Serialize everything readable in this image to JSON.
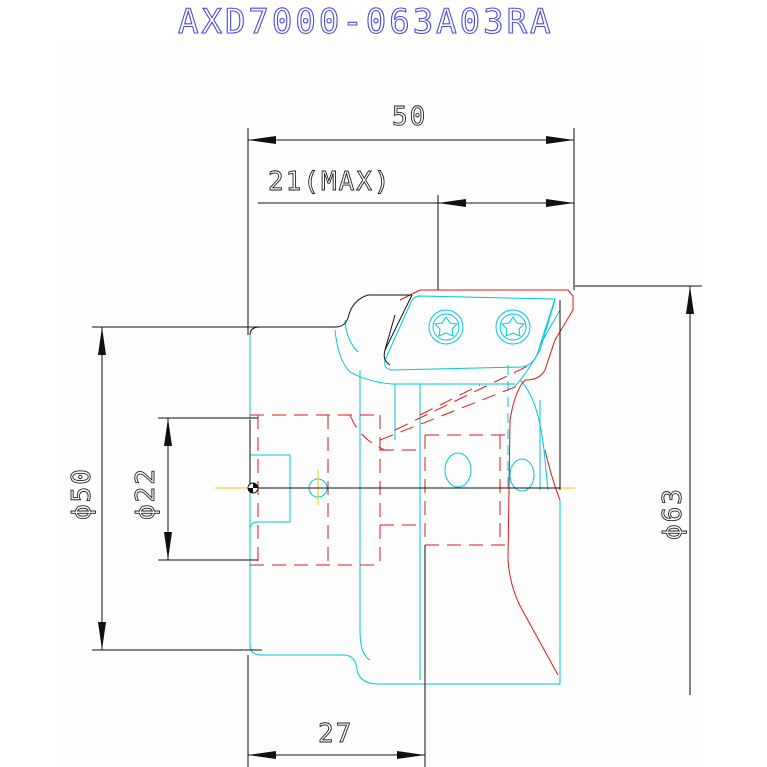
{
  "drawing": {
    "title": "AXD7000-063A03RA",
    "dimensions": {
      "overall_length": "50",
      "max_depth": "21(MAX)",
      "body_diameter": "ϕ50",
      "bore_diameter": "ϕ22",
      "cutting_diameter": "ϕ63",
      "shank_length": "27"
    }
  }
}
